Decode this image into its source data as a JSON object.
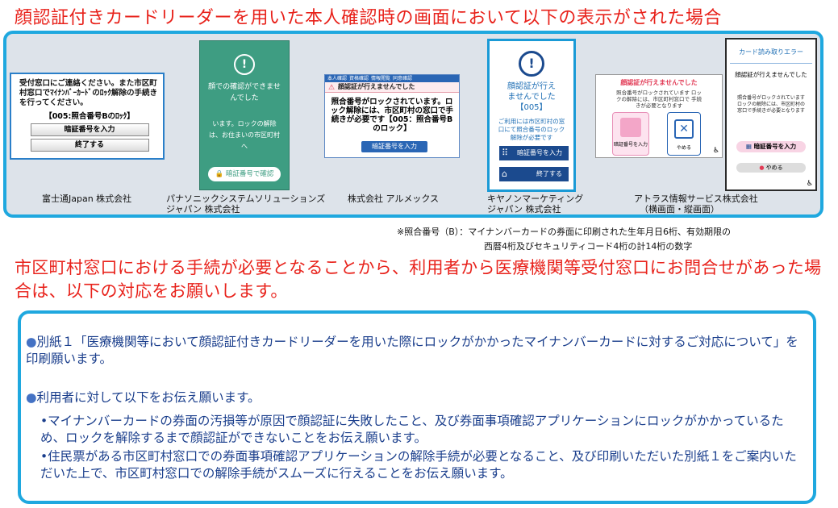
{
  "heading_top": "顔認証付きカードリーダーを用いた本人確認時の画面において以下の表示がされた場合",
  "screenshots": {
    "fujitsu": {
      "message": "受付窓口にご連絡ください。また市区町村窓口でﾏｲﾅﾝﾊﾞｰｶｰﾄﾞのﾛｯｸ解除の手続きを行ってください。",
      "code": "【005:照合番号Bのﾛｯｸ】",
      "btn_pin": "暗証番号を入力",
      "btn_end": "終了する",
      "caption": "富士通Japan 株式会社"
    },
    "panasonic": {
      "title": "顔での確認ができませんでした",
      "body": "います。ロックの解除は、お住まいの市区町村へ",
      "btn": "暗証番号で確認",
      "caption1": "パナソニックシステムソリューションズ",
      "caption2": "ジャパン 株式会社"
    },
    "alumex": {
      "tabs": [
        "本人確認",
        "資格確認",
        "情報閲覧",
        "同意確認"
      ],
      "warn": "顔認証が行えませんでした",
      "body": "照合番号がロックされています。ロック解除には、市区町村の窓口で手続きが必要です【005：照合番号Bのロック】",
      "btn": "暗証番号を入力",
      "caption": "株式会社 アルメックス"
    },
    "canon": {
      "title": "顔認証が行えませんでした",
      "code": "【005】",
      "sub": "ご利用には市区町村の窓口にて照合番号のロック解除が必要です",
      "btn_pin": "暗証番号を入力",
      "btn_end": "終了する",
      "caption1": "キヤノンマーケティング",
      "caption2": "ジャパン 株式会社"
    },
    "atlas_land": {
      "title": "顔認証が行えませんでした",
      "sub": "照合番号がロックされています ロックの解除には、市区町村窓口で 手続きが必要となります",
      "btn_pin": "暗証番号を入力",
      "btn_stop": "やめる",
      "caption1": "アトラス情報サービス株式会社",
      "caption2": "（横画面・縦画面）"
    },
    "atlas_port": {
      "header": "カード読み取りエラー",
      "title": "顔認証が行えませんでした",
      "sub": "照合番号がロックされています ロックの解除には、市区町村の窓口で手続きが必要となります",
      "btn_pin": "暗証番号を入力",
      "btn_stop": "やめる"
    }
  },
  "note_line1": "※照合番号（B）：マイナンバーカードの券面に印刷された生年月日6桁、有効期限の",
  "note_line2": "西暦4桁及びセキュリティコード4桁の計14桁の数字",
  "heading_mid": "市区町村窓口における手続が必要となることから、利用者から医療機関等受付窓口にお問合せがあった場合は、以下の対応をお願いします。",
  "bullets": {
    "b1": "別紙１「医療機関等において顔認証付きカードリーダーを用いた際にロックがかかったマイナンバーカードに対するご対応について」を印刷願います。",
    "b2": "利用者に対して以下をお伝え願います。",
    "s1": "マイナンバーカードの券面の汚損等が原因で顔認証に失敗したこと、及び券面事項確認アプリケーションにロックがかかっているため、ロックを解除するまで顔認証ができないことをお伝え願います。",
    "s2": "住民票がある市区町村窓口での券面事項確認アプリケーションの解除手続が必要となること、及び印刷いただいた別紙１をご案内いただいた上で、市区町村窓口での解除手続がスムーズに行えることをお伝え願います。"
  }
}
